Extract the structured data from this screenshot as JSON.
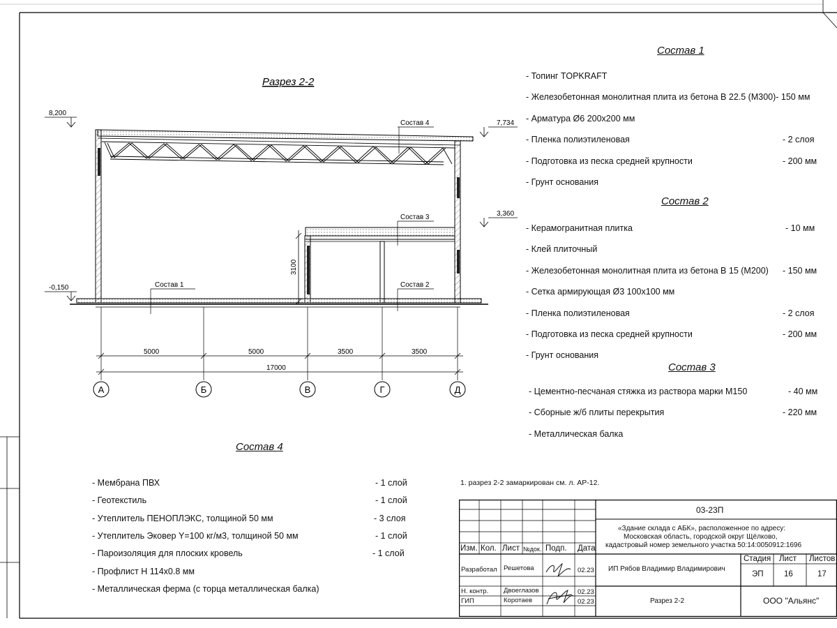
{
  "drawing": {
    "title": "Разрез 2-2",
    "elevations": {
      "top_left": "8,200",
      "top_right": "7,734",
      "mid_right": "3,360",
      "ground": "-0,150"
    },
    "layer_labels": {
      "s1": "Состав 1",
      "s2": "Состав 2",
      "s3": "Состав 3",
      "s4": "Состав 4"
    },
    "height_dim": "3100",
    "spans": [
      "5000",
      "5000",
      "3500",
      "3500"
    ],
    "total": "17000",
    "axes": [
      "А",
      "Б",
      "В",
      "Г",
      "Д"
    ]
  },
  "sostav1": {
    "title": "Состав 1",
    "items": [
      {
        "text": "- Топинг TOPKRAFT",
        "value": ""
      },
      {
        "text": "- Железобетонная  монолитная плита из бетона  В 22.5 (М300)- 150 мм",
        "value": ""
      },
      {
        "text": "- Арматура Ø6 200х200 мм",
        "value": ""
      },
      {
        "text": "- Пленка полиэтиленовая",
        "value": "- 2 слоя"
      },
      {
        "text": "- Подготовка из песка средней  крупности",
        "value": "- 200 мм"
      },
      {
        "text": "- Грунт основания",
        "value": ""
      }
    ]
  },
  "sostav2": {
    "title": "Состав 2",
    "items": [
      {
        "text": "- Керамогранитная плитка",
        "value": "- 10 мм"
      },
      {
        "text": "- Клей плиточный",
        "value": ""
      },
      {
        "text": "- Железобетонная  монолитная плита из бетона В 15 (М200)",
        "value": "- 150 мм"
      },
      {
        "text": "- Сетка армирующая Ø3 100х100 мм",
        "value": ""
      },
      {
        "text": "- Пленка полиэтиленовая",
        "value": "- 2 слоя"
      },
      {
        "text": "- Подготовка из песка средней  крупности",
        "value": "- 200 мм"
      },
      {
        "text": "- Грунт основания",
        "value": ""
      }
    ]
  },
  "sostav3": {
    "title": "Состав 3",
    "items": [
      {
        "text": "- Цементно-песчаная стяжка  из раствора марки М150",
        "value": "- 40 мм"
      },
      {
        "text": "- Сборные ж/б плиты перекрытия",
        "value": "- 220 мм"
      },
      {
        "text": "- Металлическая  балка",
        "value": ""
      }
    ]
  },
  "sostav4": {
    "title": "Состав 4",
    "items": [
      {
        "text": "- Мембрана ПВХ",
        "value": "- 1 слой"
      },
      {
        "text": "- Геотекстиль",
        "value": "- 1 слой"
      },
      {
        "text": "- Утеплитель ПЕНОПЛЭКС, толщиной 50 мм",
        "value": "- 3 слоя"
      },
      {
        "text": "- Утеплитель Эковер Y=100 кг/м3, толщиной 50 мм",
        "value": "- 1 слой"
      },
      {
        "text": "- Пароизоляция для плоских кровель",
        "value": "- 1 слой"
      },
      {
        "text": "- Профлист Н 114х0.8 мм",
        "value": ""
      },
      {
        "text": "- Металлическая ферма (с торца металлическая балка)",
        "value": ""
      }
    ]
  },
  "note": "1. разрез 2-2 замаркирован см. л. АР-12.",
  "titleblock": {
    "code": "03-23П",
    "object": [
      "«Здание склада с АБК», расположенное по адресу:",
      "Московская область, городской округ Щёлково,",
      "кадастровый номер земельного участка 50:14:0050912:1696"
    ],
    "headers": [
      "Изм.",
      "Кол.",
      "Лист",
      "№док.",
      "Подп.",
      "Дата"
    ],
    "company_person": "ИП Рябов Владимир Владимирович",
    "stage_headers": [
      "Стадия",
      "Лист",
      "Листов"
    ],
    "stage_values": [
      "ЭП",
      "16",
      "17"
    ],
    "sheet_name": "Разрез 2-2",
    "org": "ООО \"Альянс\"",
    "roles": [
      {
        "role": "Разработал",
        "name": "Решетова",
        "date": "02.23"
      },
      {
        "role": "Н. контр.",
        "name": "Двоеглазов",
        "date": "02.23"
      },
      {
        "role": "ГИП",
        "name": "Коротаев",
        "date": "02.23"
      }
    ]
  }
}
